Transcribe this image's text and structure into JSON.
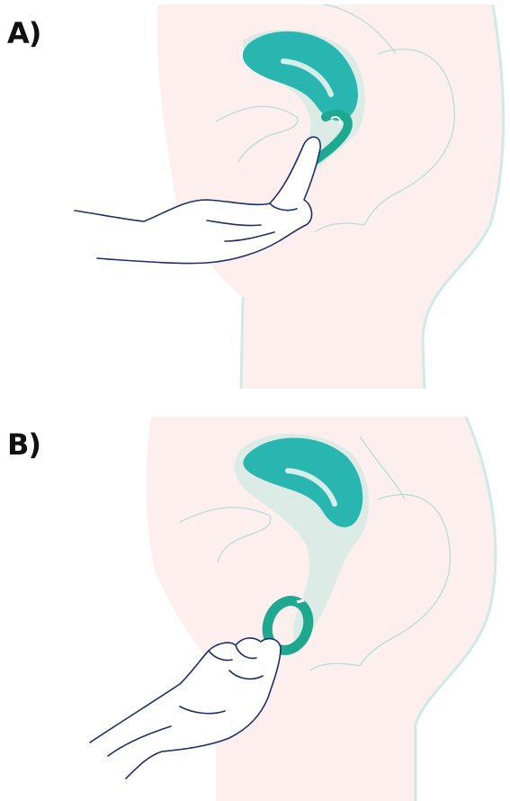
{
  "panels": [
    {
      "label": "A)"
    },
    {
      "label": "B)"
    }
  ],
  "colors": {
    "skin": "#fcefee",
    "skin_edge": "#cfeae6",
    "cavity": "#dcebe5",
    "organ": "#29b5b0",
    "organ_inner": "#d7ede9",
    "device": "#1fa890",
    "outline_anatomy": "#b8ddd7",
    "hand_line": "#1b2f6b"
  },
  "icons": {
    "device": "menstrual-disc-icon",
    "hand": "hand-illustration"
  }
}
